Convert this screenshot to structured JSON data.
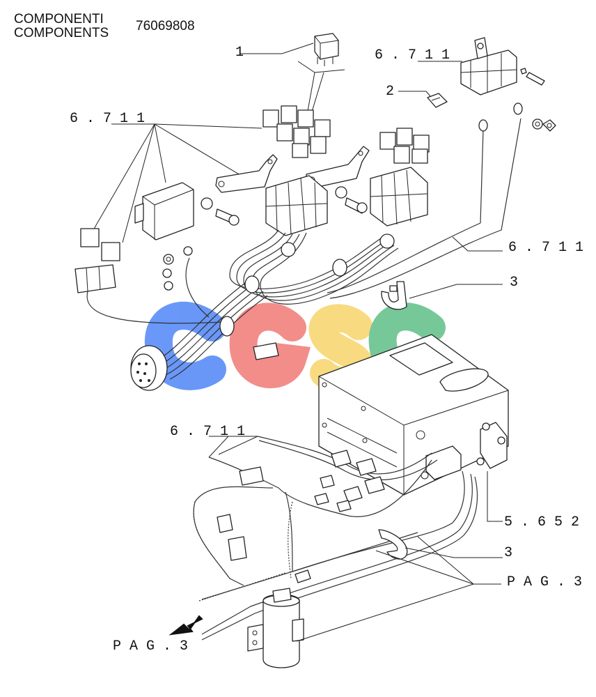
{
  "header": {
    "title_it": "COMPONENTI",
    "title_en": "COMPONENTS",
    "doc_number": "76069808"
  },
  "callouts": {
    "item_1": "1",
    "item_2": "2",
    "item_3": "3",
    "ref_6711": "6 . 7 1 1",
    "ref_5652": "5 . 6 5 2",
    "ref_pag3": "P A G . 3"
  },
  "watermark": {
    "letters": [
      "C",
      "G",
      "S",
      "C"
    ],
    "colors": [
      "#4f86f7",
      "#f07a76",
      "#f7d46a",
      "#5fbf87"
    ]
  },
  "icons": {
    "direction_arrow": "arrow-down-left-icon"
  }
}
